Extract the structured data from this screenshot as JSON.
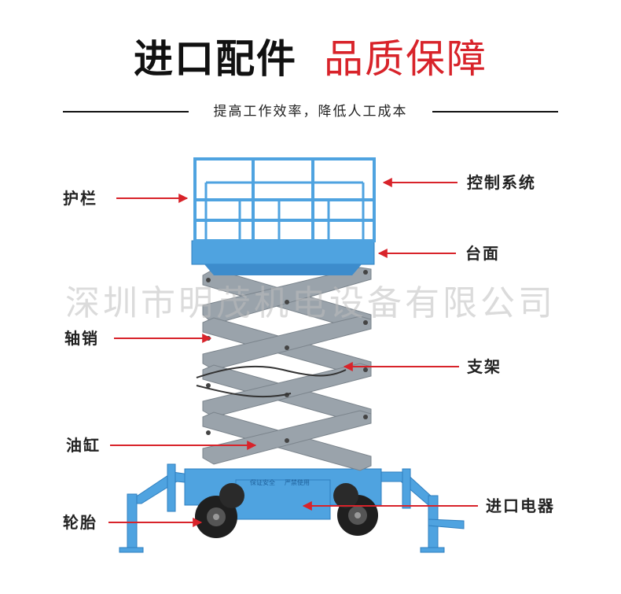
{
  "title": {
    "primary": "进口配件",
    "secondary": "品质保障"
  },
  "subtitle": "提高工作效率，降低人工成本",
  "watermark": "深圳市明茂机电设备有限公司",
  "machine_text": {
    "left": "保证安全",
    "right": "严禁使用"
  },
  "labels": {
    "guardrail": "护栏",
    "pin": "轴销",
    "cylinder": "油缸",
    "tire": "轮胎",
    "control_system": "控制系统",
    "platform": "台面",
    "support": "支架",
    "electrical": "进口电器"
  },
  "colors": {
    "accent": "#d8232a",
    "machine_blue": "#4fa3e0",
    "scissor_gray": "#9aa3ab"
  }
}
